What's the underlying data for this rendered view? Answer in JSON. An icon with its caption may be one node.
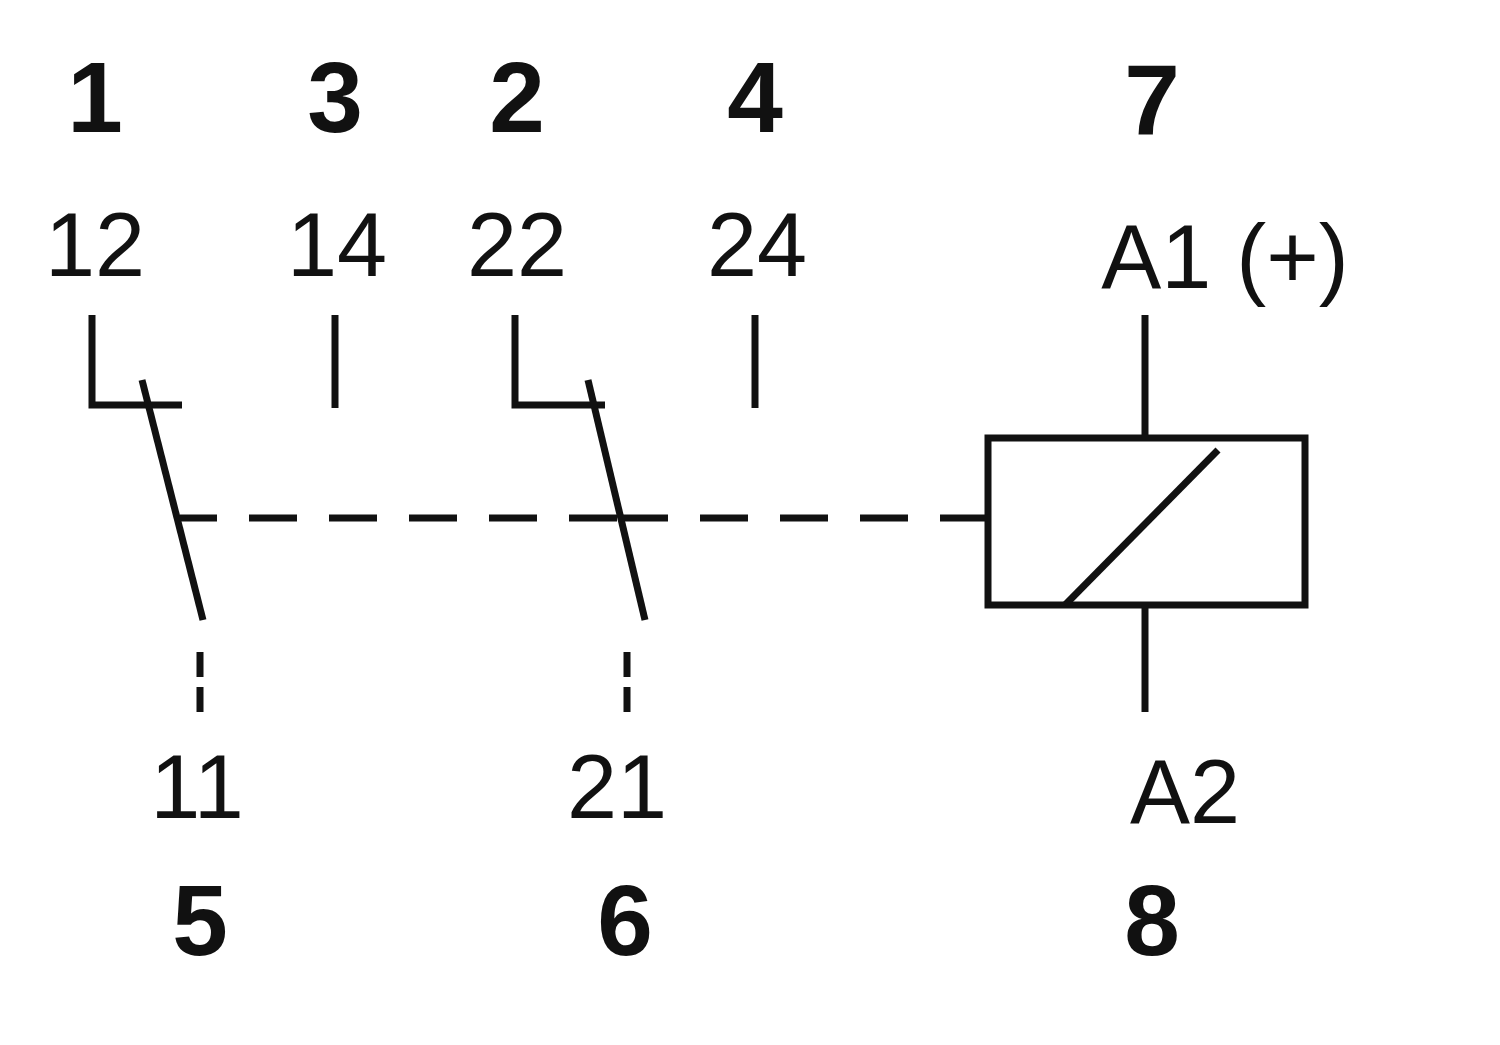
{
  "diagram": {
    "nodes": [
      {
        "text": [],
        "shape": "switch"
      },
      {
        "text": [],
        "shape": "switch"
      },
      {
        "text": [],
        "shape": "coil"
      }
    ],
    "edges": [
      {
        "from": 2,
        "to": 1,
        "arrow": "none",
        "style": "dashed"
      },
      {
        "from": 1,
        "to": 0,
        "arrow": "none",
        "style": "dashed"
      }
    ],
    "labels": [
      "1",
      "3",
      "2",
      "4",
      "7",
      "12",
      "14",
      "22",
      "24",
      "A1 (+)",
      "11",
      "21",
      "A2",
      "5",
      "6",
      "8"
    ]
  }
}
